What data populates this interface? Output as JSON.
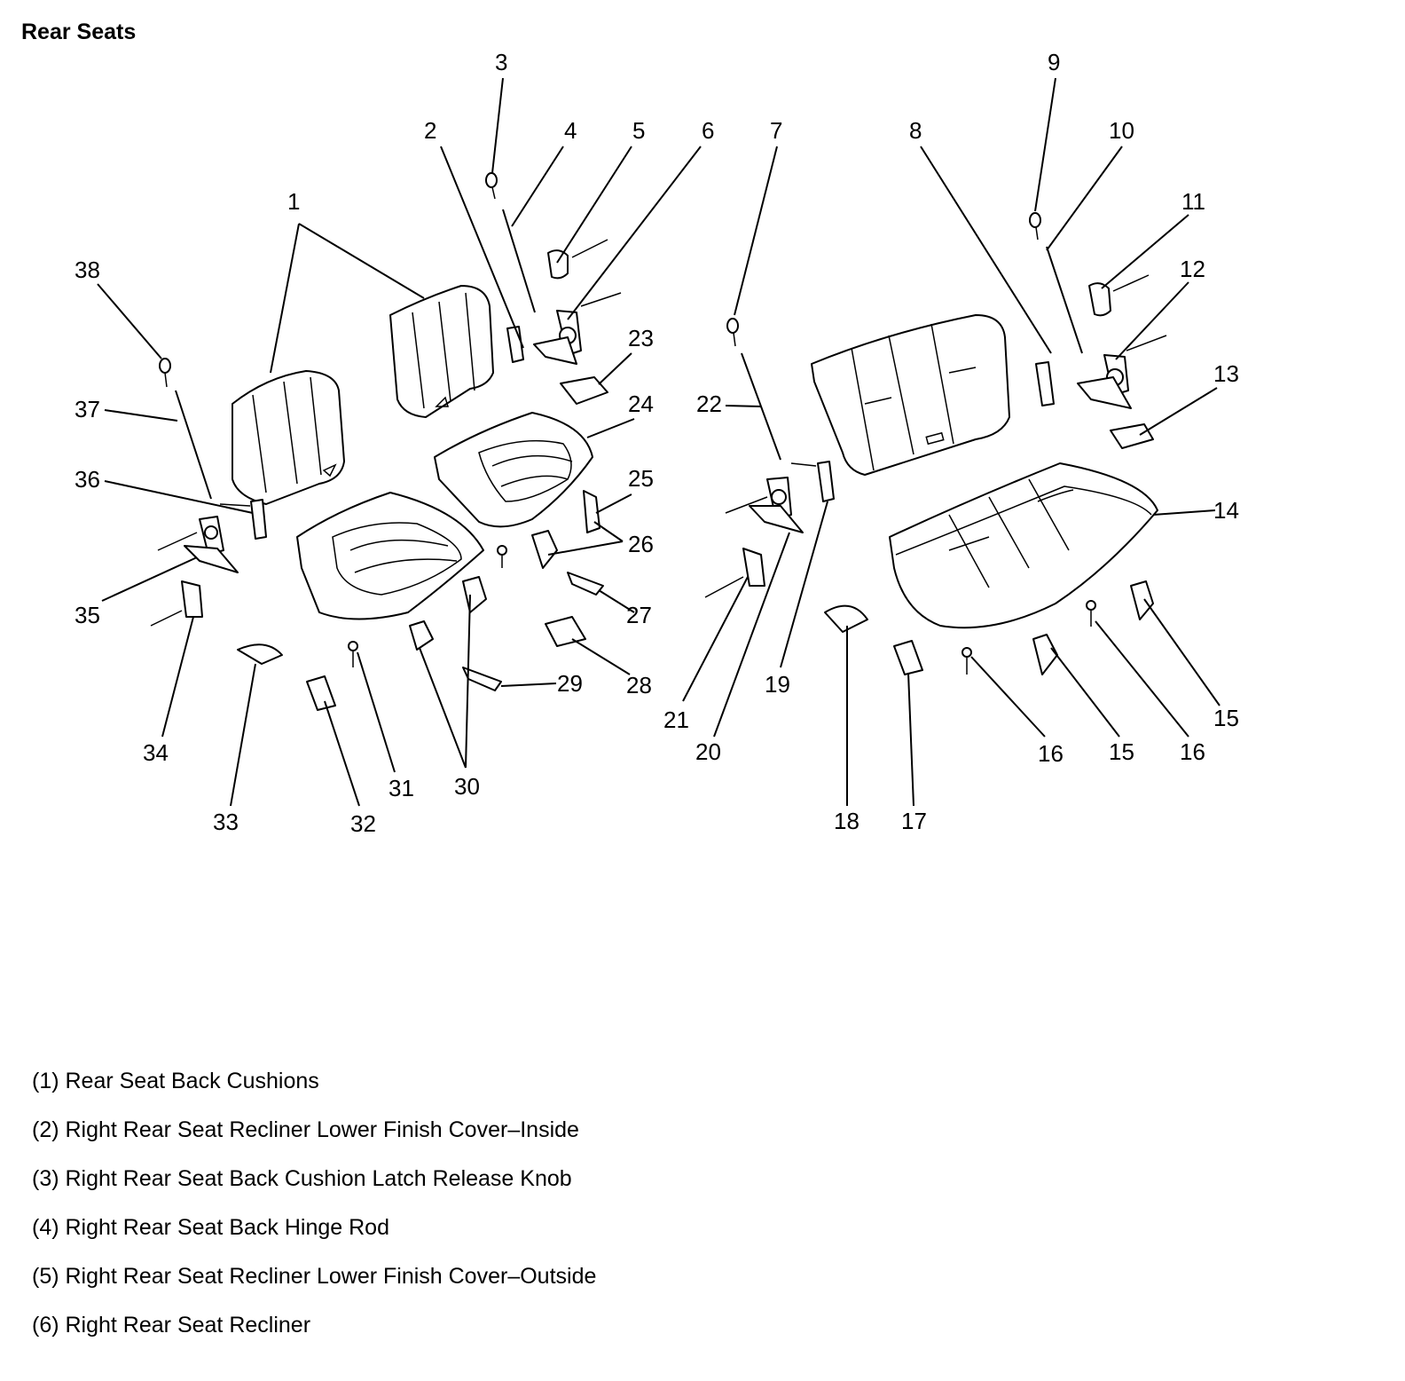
{
  "title": "Rear Seats",
  "callouts": {
    "c1": "1",
    "c2": "2",
    "c3": "3",
    "c4": "4",
    "c5": "5",
    "c6": "6",
    "c7": "7",
    "c8": "8",
    "c9": "9",
    "c10": "10",
    "c11": "11",
    "c12": "12",
    "c13": "13",
    "c14": "14",
    "c15a": "15",
    "c15b": "15",
    "c16a": "16",
    "c16b": "16",
    "c17": "17",
    "c18": "18",
    "c19": "19",
    "c20": "20",
    "c21": "21",
    "c22": "22",
    "c23": "23",
    "c24": "24",
    "c25": "25",
    "c26": "26",
    "c27": "27",
    "c28": "28",
    "c29": "29",
    "c30": "30",
    "c31": "31",
    "c32": "32",
    "c33": "33",
    "c34": "34",
    "c35": "35",
    "c36": "36",
    "c37": "37",
    "c38": "38"
  },
  "legend": [
    "(1) Rear Seat Back Cushions",
    "(2) Right Rear Seat Recliner Lower Finish Cover–Inside",
    "(3) Right Rear Seat Back Cushion Latch Release Knob",
    "(4) Right Rear Seat Back Hinge Rod",
    "(5) Right Rear Seat Recliner Lower Finish Cover–Outside",
    "(6) Right Rear Seat Recliner"
  ]
}
